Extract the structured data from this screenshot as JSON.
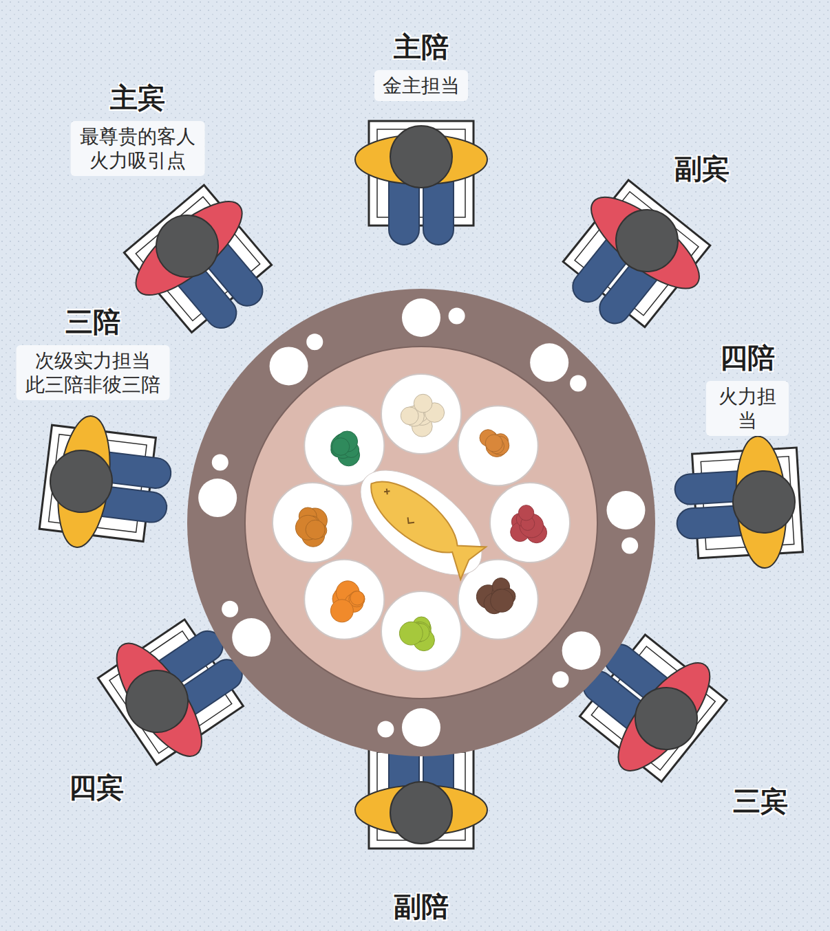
{
  "diagram": {
    "nodes": [
      {
        "text": [
          "主陪",
          "金主担当"
        ]
      },
      {
        "text": [
          "主宾",
          "最尊贵的客人 火力吸引点"
        ]
      },
      {
        "text": [
          "三陪",
          "次级实力担当 此三陪非彼三陪"
        ]
      },
      {
        "text": [
          "四陪",
          "火力担当"
        ]
      }
    ],
    "labels": [
      "副宾",
      "四宾",
      "三宾",
      "副陪"
    ]
  }
}
